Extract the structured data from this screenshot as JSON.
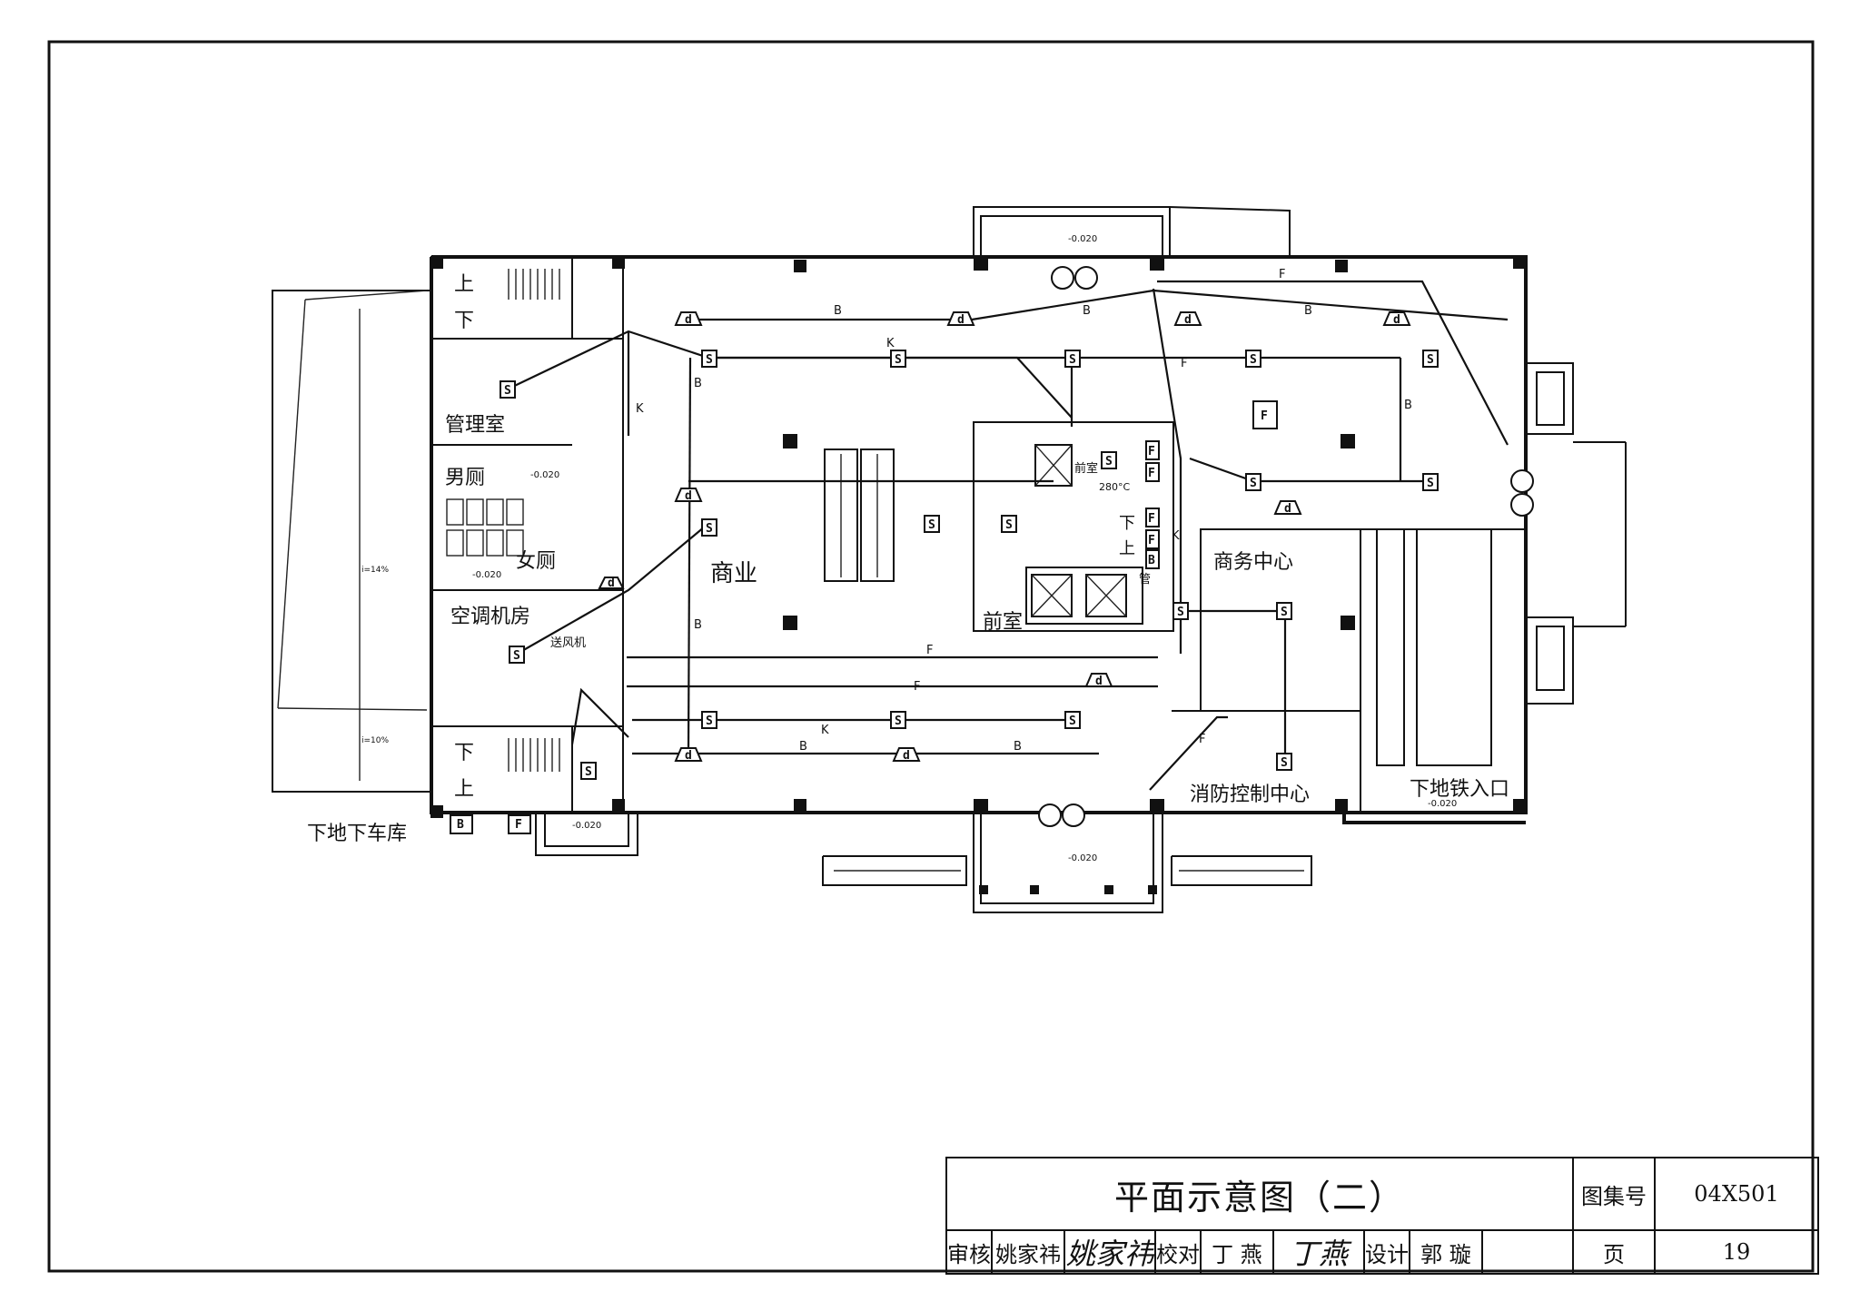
{
  "rooms": {
    "stair_up_top": "上",
    "stair_down_top": "下",
    "management": "管理室",
    "mens_toilet": "男厕",
    "womens_toilet": "女厕",
    "ac_room": "空调机房",
    "supply_fan": "送风机",
    "stair_down_bottom": "下",
    "stair_up_bottom": "上",
    "garage_ramp": "下地下车库",
    "commercial": "商业",
    "anteroom_top": "前室",
    "anteroom_bottom": "前室",
    "temp_280": "280°C",
    "core_down": "下",
    "core_up": "上",
    "core_mgmt": "管",
    "business_center": "商务中心",
    "fire_control": "消防控制中心",
    "subway_entrance": "下地铁入口"
  },
  "elevations": {
    "top_entry": "-0.020",
    "toilet": "-0.020",
    "womens": "-0.020",
    "stair_bottom": "-0.020",
    "bottom_entry": "-0.020",
    "subway": "-0.020"
  },
  "slopes": {
    "ramp_upper": "i=14%",
    "ramp_lower": "i=10%"
  },
  "cable_labels": {
    "B": "B",
    "K": "K",
    "F": "F"
  },
  "device_symbols": {
    "smoke_detector": "S",
    "manual_alarm": "d",
    "fire_panel": "F",
    "junction": "B",
    "control": "K"
  },
  "title_block": {
    "title": "平面示意图（二）",
    "atlas_label": "图集号",
    "atlas_number": "04X501",
    "page_label": "页",
    "page_number": "19",
    "review_label": "审核",
    "review_name": "姚家祎",
    "review_signature": "姚家祎",
    "check_label": "校对",
    "check_name": "丁 燕",
    "check_signature": "丁燕",
    "design_label": "设计",
    "design_name": "郭 璇"
  }
}
